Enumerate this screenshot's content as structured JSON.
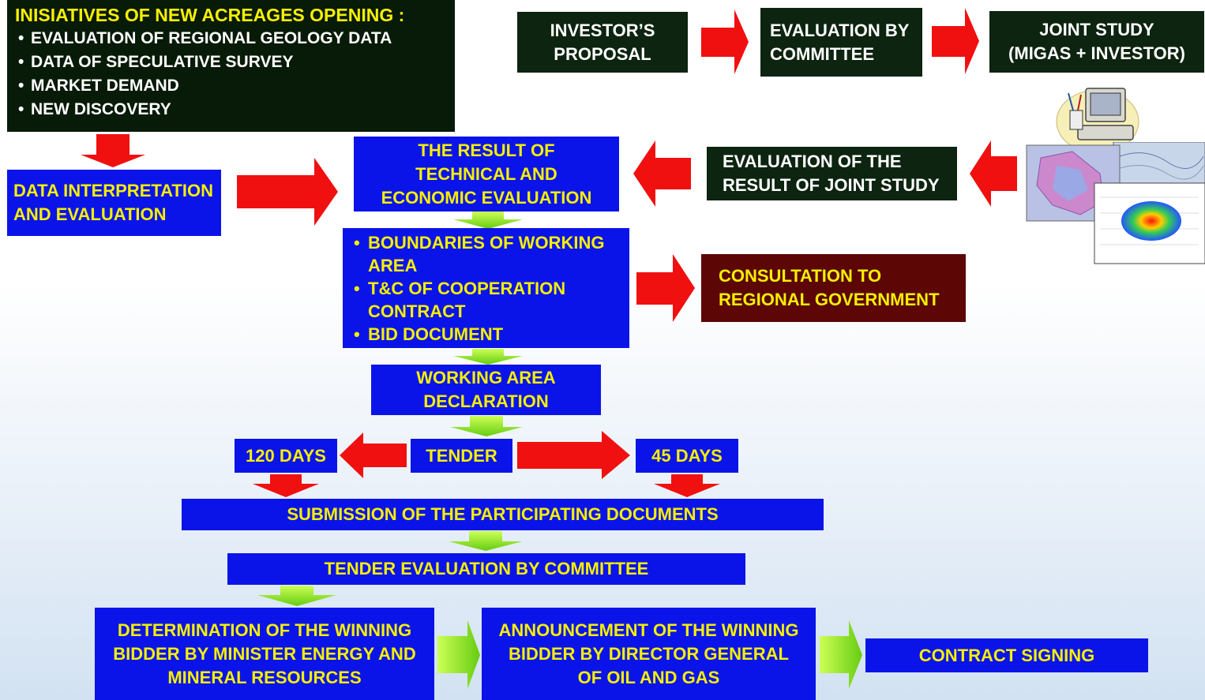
{
  "initiatives": {
    "title": "INISIATIVES OF NEW ACREAGES OPENING :",
    "items": [
      "EVALUATION OF REGIONAL GEOLOGY DATA",
      "DATA OF SPECULATIVE SURVEY",
      "MARKET DEMAND",
      "NEW DISCOVERY"
    ]
  },
  "top_flow": {
    "investor_proposal": [
      "INVESTOR’S",
      "PROPOSAL"
    ],
    "evaluation_committee": [
      "EVALUATION BY",
      "COMMITTEE"
    ],
    "joint_study": [
      "JOINT STUDY",
      "(MIGAS + INVESTOR)"
    ]
  },
  "data_interpretation": [
    "DATA INTERPRETATION",
    "AND EVALUATION"
  ],
  "result_evaluation": [
    "THE RESULT OF",
    "TECHNICAL AND",
    "ECONOMIC EVALUATION"
  ],
  "joint_study_evaluation": [
    "EVALUATION OF THE",
    "RESULT OF JOINT STUDY"
  ],
  "boundaries": {
    "items": [
      [
        "BOUNDARIES OF WORKING",
        "AREA"
      ],
      [
        "T&C OF COOPERATION",
        "CONTRACT"
      ],
      [
        "BID DOCUMENT"
      ]
    ]
  },
  "consultation": [
    "CONSULTATION TO",
    "REGIONAL GOVERNMENT"
  ],
  "working_area": [
    "WORKING AREA",
    "DECLARATION"
  ],
  "tender": "TENDER",
  "days_120": "120 DAYS",
  "days_45": "45 DAYS",
  "submission": "SUBMISSION OF THE PARTICIPATING DOCUMENTS",
  "tender_evaluation": "TENDER EVALUATION BY COMMITTEE",
  "determination": [
    "DETERMINATION OF THE WINNING",
    "BIDDER BY MINISTER ENERGY AND",
    "MINERAL RESOURCES"
  ],
  "announcement": [
    "ANNOUNCEMENT OF THE WINNING",
    "BIDDER BY DIRECTOR GENERAL",
    "OF OIL AND GAS"
  ],
  "contract_signing": "CONTRACT SIGNING",
  "colors": {
    "box_blue": "#0b14e8",
    "box_text_yellow": "#f6f000",
    "box_dark_green": "#0d2410",
    "box_maroon": "#5c0606",
    "arrow_red": "#f01010",
    "arrow_green": "#99ee22"
  },
  "icons": [
    "computer-illustration",
    "geology-map-images"
  ]
}
